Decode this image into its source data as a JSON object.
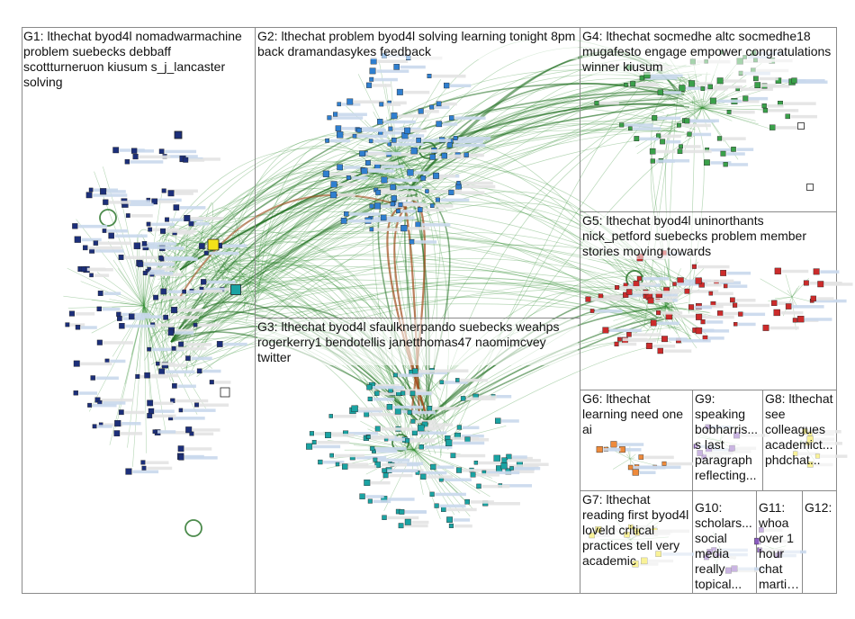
{
  "colors": {
    "edge": "#2e8b2e",
    "edge_strong": "#1f6e1f",
    "edge_brown": "#a04a1a",
    "border": "#8a8a8a",
    "node_green": "#3aa14a",
    "node_blue": "#2f7fd0",
    "node_navy": "#1c2f7a",
    "node_red": "#cc2b2b",
    "node_orange": "#ee8a3b",
    "node_purple": "#8a5bbf",
    "node_teal": "#1aa3a3",
    "node_yellow": "#f2e21a"
  },
  "groups": [
    {
      "id": "G1",
      "title": "G1: lthechat byod4l nomadwarmachine problem suebecks debbaff scottturneruon kiusum s_j_lancaster solving"
    },
    {
      "id": "G2",
      "title": "G2: lthechat problem byod4l solving learning tonight 8pm back dramandasykes feedback"
    },
    {
      "id": "G3",
      "title": "G3: lthechat byod4l sfaulknerpando suebecks weahps rogerkerry1 bendotellis janetthomas47 naomimcvey twitter"
    },
    {
      "id": "G4",
      "title": "G4: lthechat socmedhe altc socmedhe18 mugafesto engage empower congratulations winner kiusum"
    },
    {
      "id": "G5",
      "title": "G5: lthechat byod4l uninorthants nick_petford suebecks problem member stories moving towards"
    },
    {
      "id": "G6",
      "title": "G6: lthechat learning need one ai"
    },
    {
      "id": "G7",
      "title": "G7: lthechat reading first byod4l loveld critical practices tell very academic"
    },
    {
      "id": "G8",
      "title": "G8: lthechat see colleagues academict... phdchat..."
    },
    {
      "id": "G9",
      "title": "G9: speaking bobharris... s last paragraph reflecting..."
    },
    {
      "id": "G10",
      "title": "G10: scholars... social media really topical..."
    },
    {
      "id": "G11",
      "title": "G11: whoa over 1 hour chat martin..."
    },
    {
      "id": "G12",
      "title": "G12: kein"
    }
  ]
}
